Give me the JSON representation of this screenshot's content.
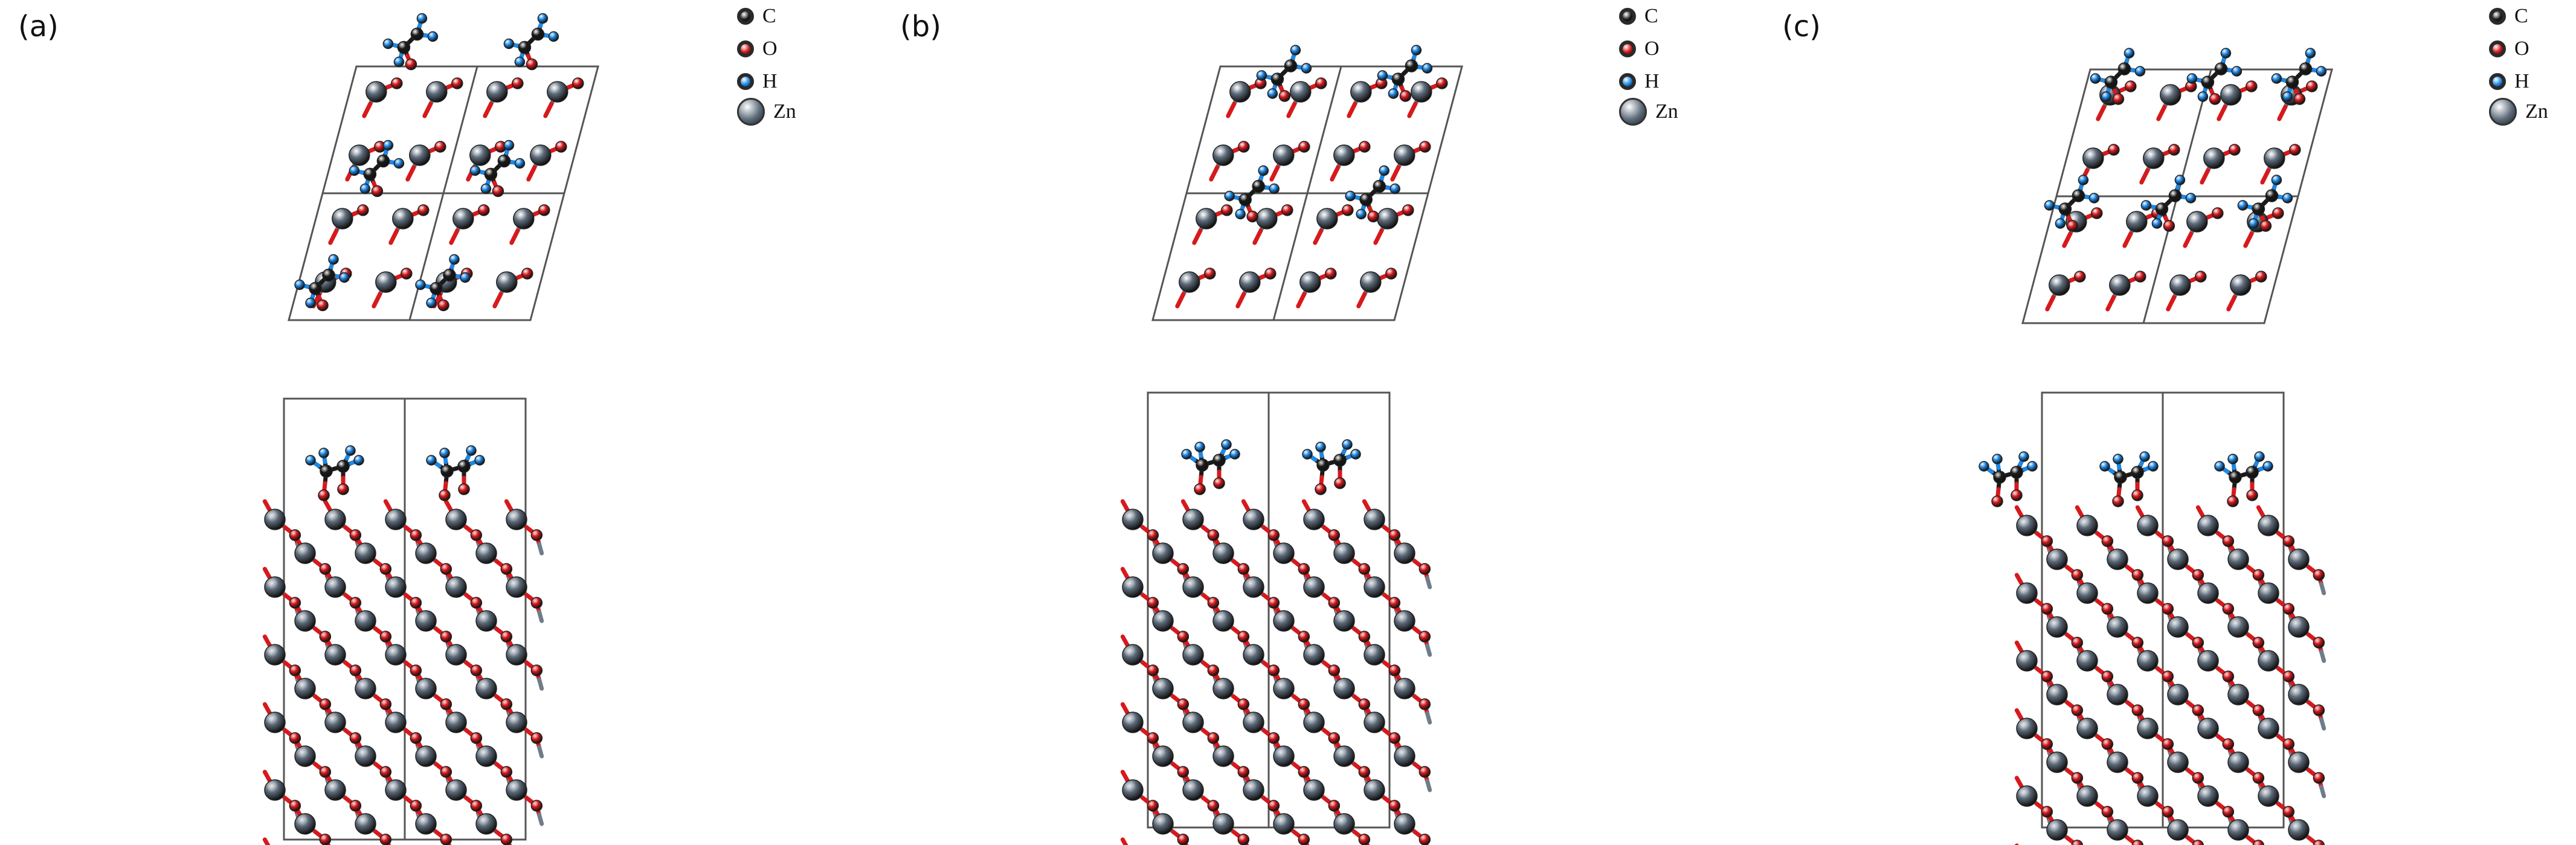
{
  "panels": [
    {
      "label": "(a)"
    },
    {
      "label": "(b)"
    },
    {
      "label": "(c)"
    }
  ],
  "legend": [
    {
      "symbol": "C",
      "color": "#1a1a1a"
    },
    {
      "symbol": "O",
      "color": "#d7191c"
    },
    {
      "symbol": "H",
      "color": "#1e88e5"
    },
    {
      "symbol": "Zn",
      "color": "#5d6b7a"
    }
  ],
  "colors": {
    "carbon": "#1a1a1a",
    "oxygen": "#d7191c",
    "hydrogen": "#1e88e5",
    "zinc": "#5d6b7a",
    "cell_outline": "#555555"
  }
}
